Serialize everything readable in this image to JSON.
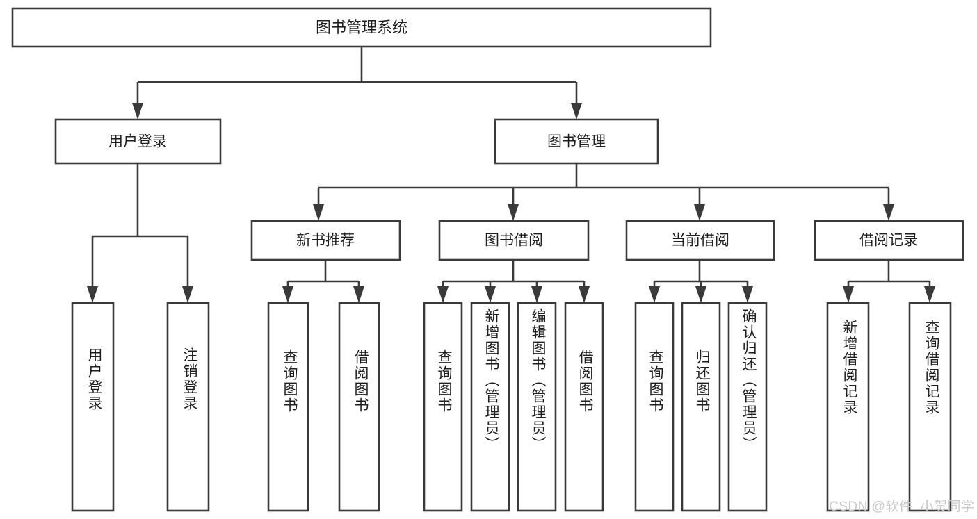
{
  "diagram": {
    "type": "tree",
    "title": "图书管理系统",
    "watermark": "CSDN @软件_小贺同学",
    "colors": {
      "background": "#ffffff",
      "box_fill": "#ffffff",
      "border": "#3a3a3a",
      "text": "#1f1f1f",
      "watermark": "#c9c9c9"
    },
    "root": {
      "label": "图书管理系统"
    },
    "level2": [
      {
        "label": "用户登录"
      },
      {
        "label": "图书管理"
      }
    ],
    "level3": [
      {
        "label": "新书推荐"
      },
      {
        "label": "图书借阅"
      },
      {
        "label": "当前借阅"
      },
      {
        "label": "借阅记录"
      }
    ],
    "leaves": {
      "user_login": [
        {
          "label": "用户登录"
        },
        {
          "label": "注销登录"
        }
      ],
      "new_book": [
        {
          "label": "查询图书"
        },
        {
          "label": "借阅图书"
        }
      ],
      "book_borrow": [
        {
          "label": "查询图书"
        },
        {
          "label": "新增图书（管理员）"
        },
        {
          "label": "编辑图书（管理员）"
        },
        {
          "label": "借阅图书"
        }
      ],
      "current_borrow": [
        {
          "label": "查询图书"
        },
        {
          "label": "归还图书"
        },
        {
          "label": "确认归还（管理员）"
        }
      ],
      "borrow_record": [
        {
          "label": "新增借阅记录"
        },
        {
          "label": "查询借阅记录"
        }
      ]
    }
  }
}
